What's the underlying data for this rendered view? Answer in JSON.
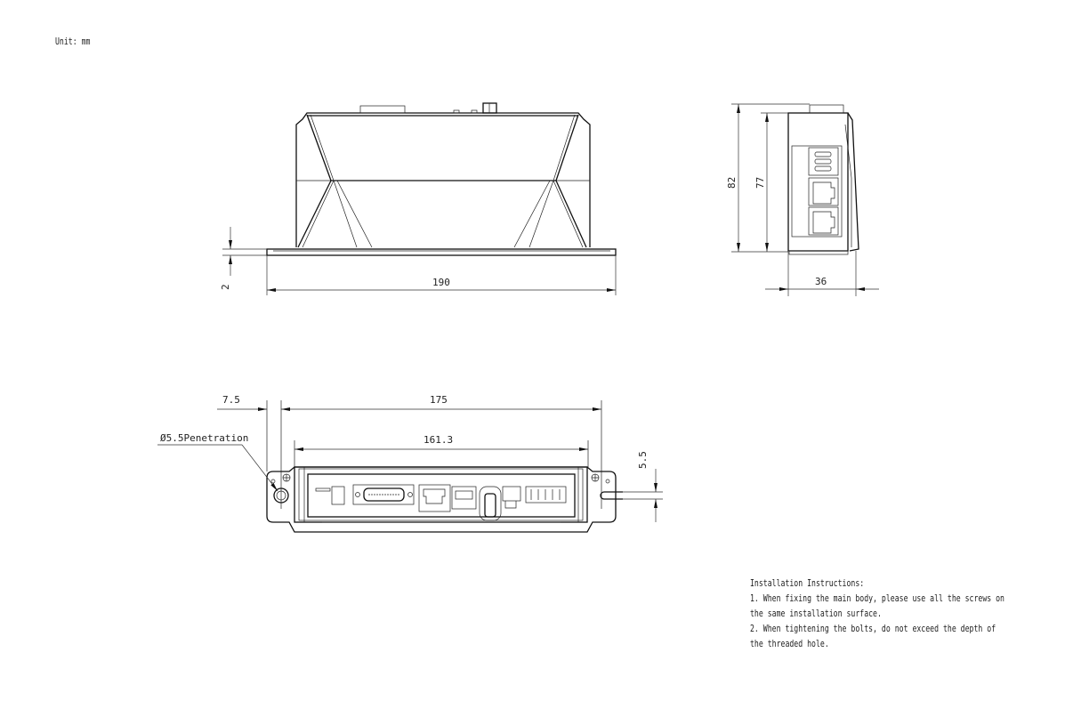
{
  "unit_label": "Unit: mm",
  "top_view": {
    "height_dim": "2",
    "width_dim": "190"
  },
  "side_view": {
    "height_outer_dim": "82",
    "height_inner_dim": "77",
    "depth_dim": "36"
  },
  "bottom_view": {
    "edge_offset_dim": "7.5",
    "hole_pitch_dim": "175",
    "body_width_dim": "161.3",
    "hole_callout": "Ø5.5Penetration",
    "slot_width_dim": "5.5"
  },
  "notes": {
    "title": "Installation Instructions:",
    "lines": [
      "1. When fixing the main body, please use all the screws on",
      "the same installation surface.",
      "2. When tightening the bolts, do not exceed the depth of",
      "the threaded hole."
    ]
  }
}
